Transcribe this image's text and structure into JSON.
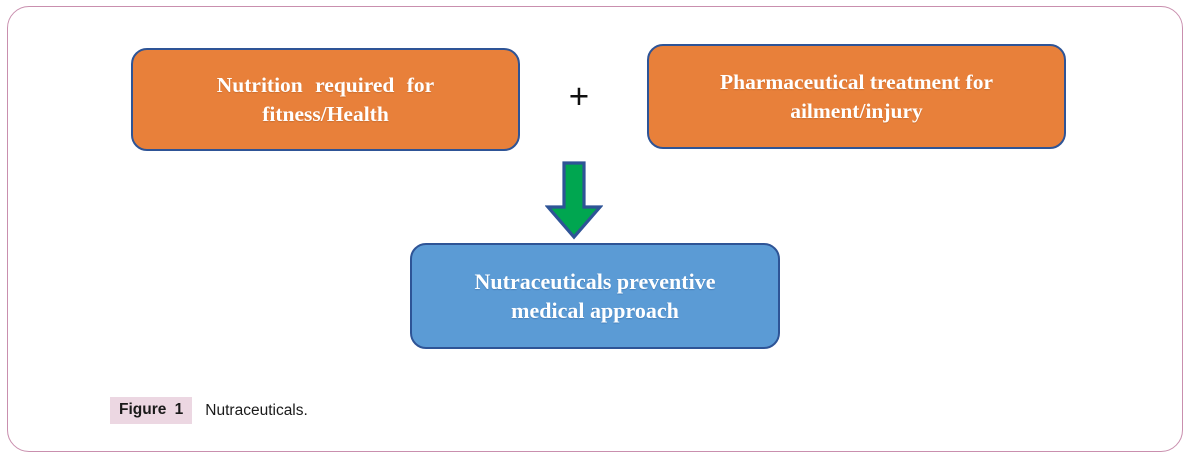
{
  "figure": {
    "caption_label": "Figure 1",
    "caption_text": "Nutraceuticals.",
    "operator": "+"
  },
  "nodes": {
    "nutrition": {
      "line1": "Nutrition required for",
      "line2": "fitness/Health"
    },
    "pharmaceutical": {
      "line1": "Pharmaceutical treatment for",
      "line2": "ailment/injury"
    },
    "nutraceuticals": {
      "line1": "Nutraceuticals preventive",
      "line2": "medical approach"
    }
  },
  "colors": {
    "orange_fill": "#e8803a",
    "blue_fill": "#5b9bd5",
    "node_border": "#2e5496",
    "arrow_fill": "#00a650",
    "arrow_border": "#2e5496",
    "frame_border": "#c07ba0",
    "caption_highlight": "#ecd7e2",
    "node_text": "#ffffff"
  }
}
